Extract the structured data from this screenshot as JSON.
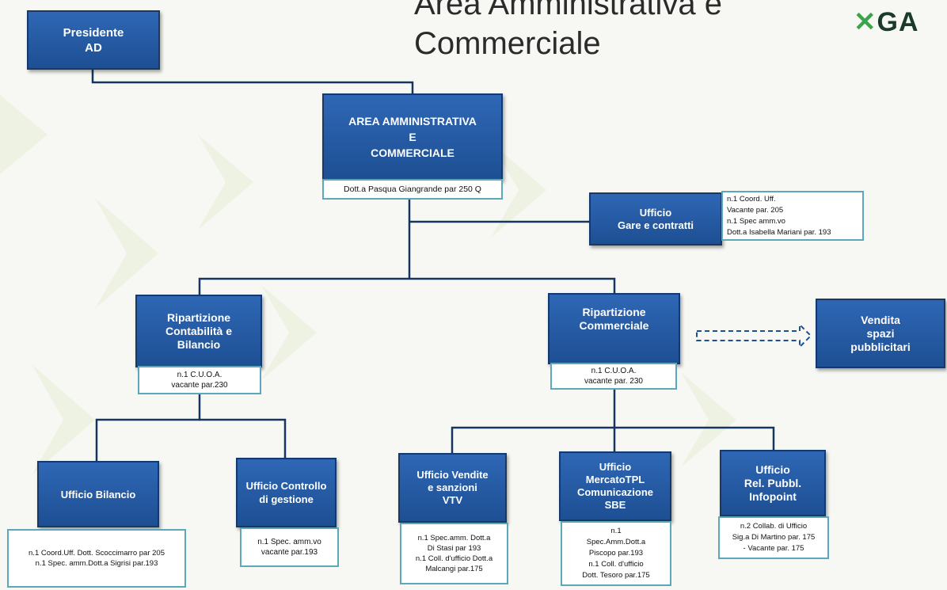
{
  "title": {
    "line1": "Area Amministrativa e",
    "line2": "Commerciale"
  },
  "logo": {
    "mark": "✕",
    "text": "GA"
  },
  "nodes": {
    "presidente": {
      "lines": [
        "Presidente",
        "AD"
      ]
    },
    "area": {
      "lines": [
        "AREA AMMINISTRATIVA",
        "E",
        "COMMERCIALE"
      ],
      "note": [
        "Dott.a Pasqua Giangrande par 250 Q"
      ]
    },
    "gare": {
      "lines": [
        "Ufficio",
        "Gare e contratti"
      ],
      "note": [
        "n.1 Coord. Uff.",
        "Vacante par. 205",
        "n.1 Spec amm.vo",
        "Dott.a Isabella Mariani par. 193"
      ]
    },
    "contabilita": {
      "lines": [
        "Ripartizione",
        "Contabilità e",
        "Bilancio"
      ],
      "note": [
        "n.1 C.U.O.A.",
        "vacante par.230"
      ]
    },
    "commerciale": {
      "lines": [
        "Ripartizione",
        "Commerciale"
      ],
      "note": [
        "n.1 C.U.O.A.",
        "vacante par. 230"
      ]
    },
    "vendita_spazi": {
      "lines": [
        "Vendita",
        "spazi",
        "pubblicitari"
      ]
    },
    "bilancio": {
      "lines": [
        "Ufficio Bilancio"
      ],
      "note": [
        "n.1 Coord.Uff. Dott. Scoccimarro par 205",
        "n.1 Spec. amm.Dott.a Sigrisi par.193"
      ]
    },
    "controllo": {
      "lines": [
        "Ufficio Controllo",
        "di gestione"
      ],
      "note": [
        "n.1 Spec. amm.vo",
        "vacante par.193"
      ]
    },
    "vendite_vtv": {
      "lines": [
        "Ufficio Vendite",
        "e sanzioni",
        "VTV"
      ],
      "note": [
        "n.1 Spec.amm. Dott.a",
        "Di Stasi par 193",
        "n.1 Coll. d'ufficio Dott.a",
        "Malcangi par.175"
      ]
    },
    "mercato": {
      "lines": [
        "Ufficio",
        "MercatoTPL",
        "Comunicazione",
        "SBE"
      ],
      "note": [
        "n.1",
        "Spec.Amm.Dott.a",
        "Piscopo par.193",
        "n.1 Coll. d'ufficio",
        "Dott. Tesoro par.175"
      ]
    },
    "relpubbl": {
      "lines": [
        "Ufficio",
        "Rel. Pubbl.",
        "Infopoint"
      ],
      "note": [
        "n.2 Collab. di Ufficio",
        "Sig.a Di Martino par. 175",
        "- Vacante par. 175"
      ]
    }
  }
}
